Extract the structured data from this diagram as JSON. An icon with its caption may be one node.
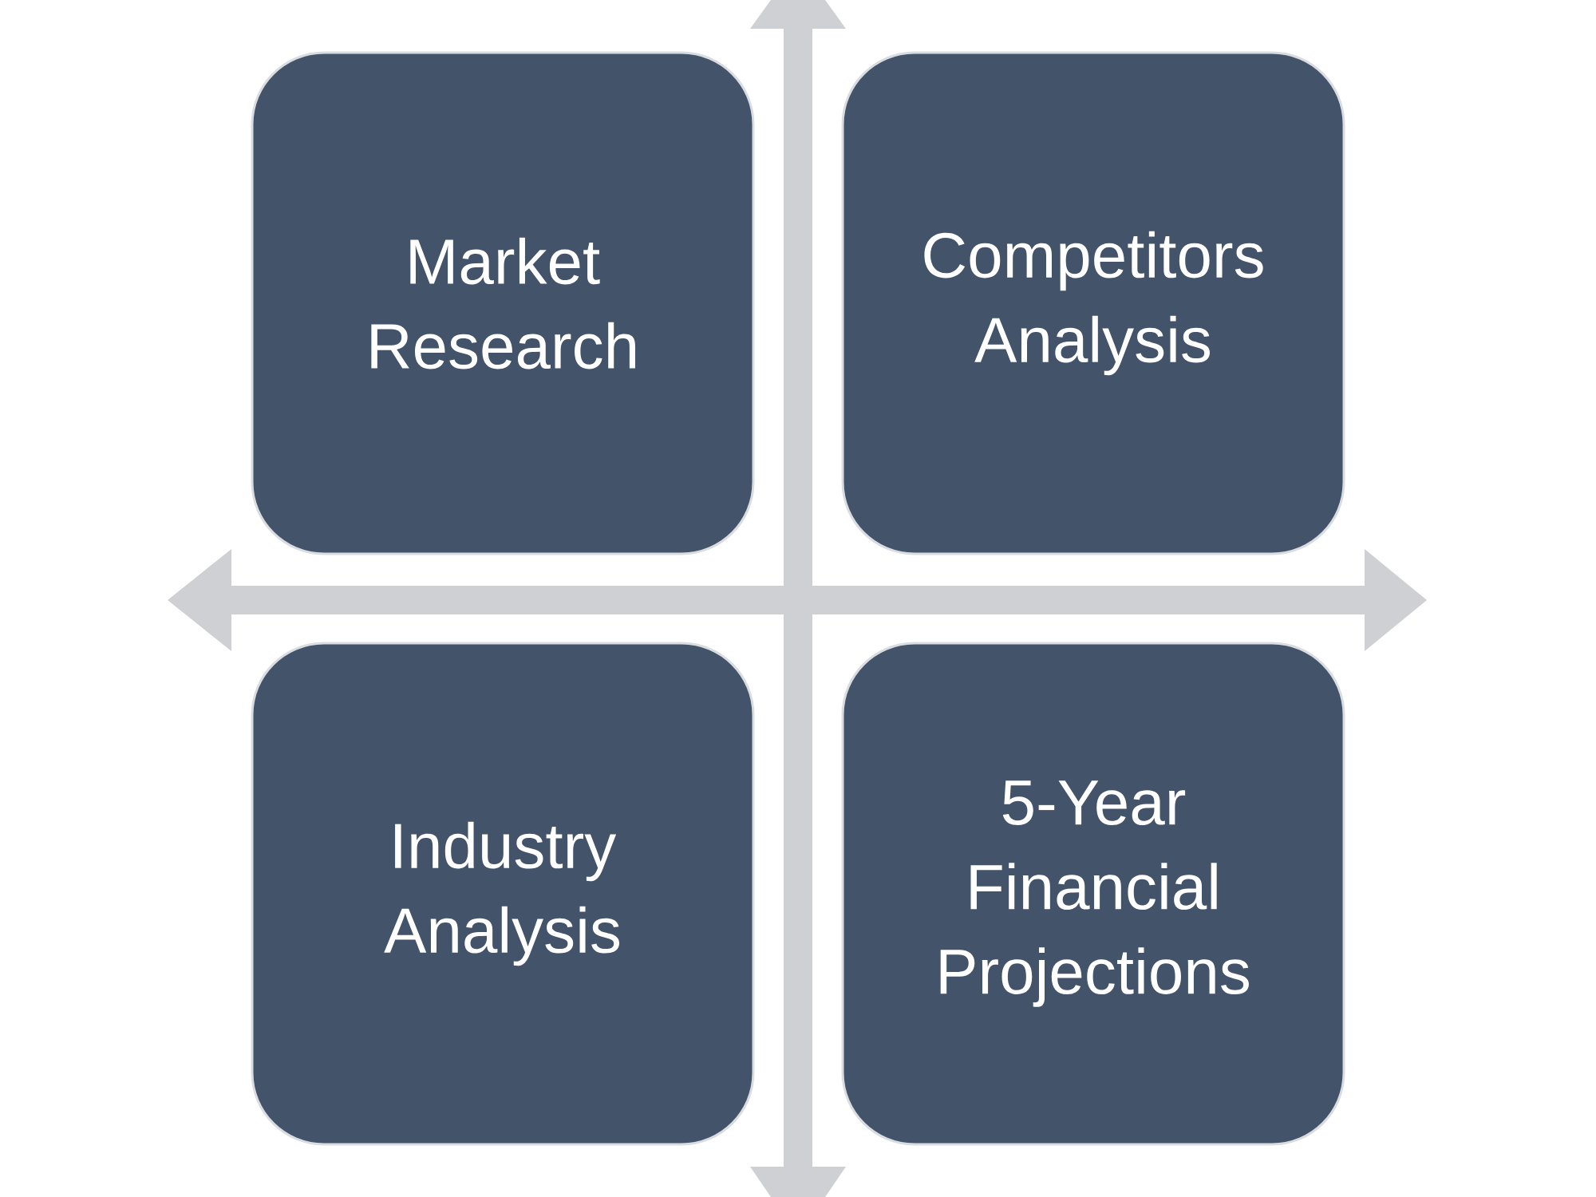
{
  "diagram": {
    "nodes": [
      {
        "text": [
          "Market Research"
        ]
      },
      {
        "text": [
          "Competitors Analysis"
        ]
      },
      {
        "text": [
          "Industry Analysis"
        ]
      },
      {
        "text": [
          "5-Year Financial Projections"
        ]
      }
    ]
  }
}
